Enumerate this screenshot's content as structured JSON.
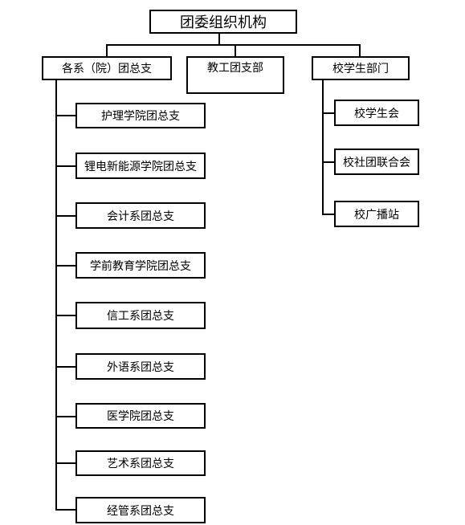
{
  "root": "团委组织机构",
  "branches": [
    {
      "label": "各系（院）团总支",
      "children": [
        "护理学院团总支",
        "锂电新能源学院团总支",
        "会计系团总支",
        "学前教育学院团总支",
        "信工系团总支",
        "外语系团总支",
        "医学院团总支",
        "艺术系团总支",
        "经管系团总支"
      ]
    },
    {
      "label": "教工团支部",
      "children": []
    },
    {
      "label": "校学生部门",
      "children": [
        "校学生会",
        "校社团联合会",
        "校广播站"
      ]
    }
  ]
}
